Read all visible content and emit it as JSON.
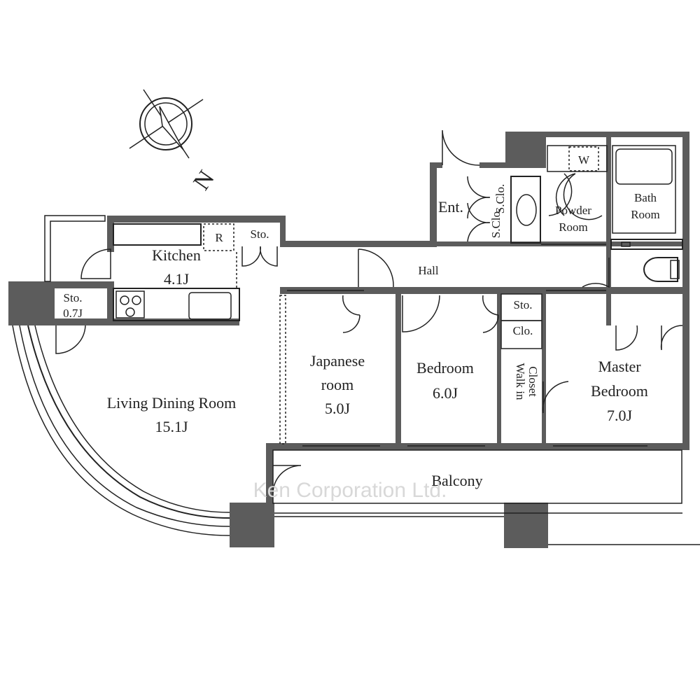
{
  "compass": {
    "label": "N"
  },
  "rooms": {
    "kitchen": {
      "name": "Kitchen",
      "size": "4.1J"
    },
    "refrigerator": "R",
    "kitchen_storage": "Sto.",
    "storage_small": {
      "name": "Sto.",
      "size": "0.7J"
    },
    "living": {
      "name": "Living Dining Room",
      "size": "15.1J"
    },
    "entrance": "Ent.",
    "shoe_closet_1": "S.Clo.",
    "shoe_closet_2": "S.Clo.",
    "washer": "W",
    "powder": {
      "line1": "Powder",
      "line2": "Room"
    },
    "bath": {
      "line1": "Bath",
      "line2": "Room"
    },
    "hall": "Hall",
    "japanese": {
      "line1": "Japanese",
      "line2": "room",
      "size": "5.0J"
    },
    "bedroom": {
      "name": "Bedroom",
      "size": "6.0J"
    },
    "storage_bed": "Sto.",
    "closet": "Clo.",
    "walkin": {
      "line1": "Walk in",
      "line2": "Closet"
    },
    "master": {
      "line1": "Master",
      "line2": "Bedroom",
      "size": "7.0J"
    },
    "balcony": "Balcony"
  },
  "watermark": "Ken Corporation Ltd.",
  "colors": {
    "wall": "#5c5c5c",
    "line": "#222222"
  }
}
